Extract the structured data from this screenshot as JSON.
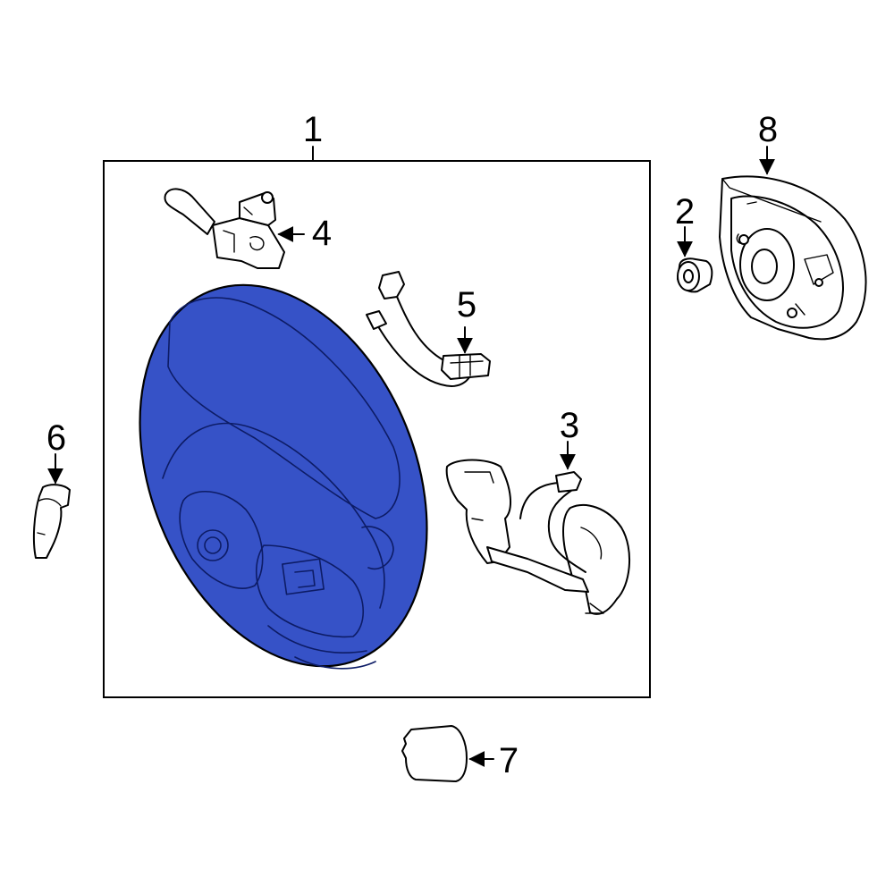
{
  "callouts": {
    "c1": "1",
    "c2": "2",
    "c3": "3",
    "c4": "4",
    "c5": "5",
    "c6": "6",
    "c7": "7",
    "c8": "8"
  },
  "colors": {
    "highlight": "#3652c7",
    "line": "#000000",
    "background": "#ffffff"
  }
}
